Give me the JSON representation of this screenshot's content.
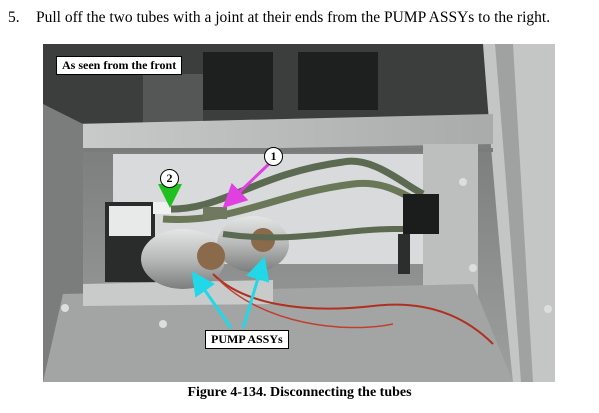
{
  "instruction": {
    "number": "5.",
    "text": "Pull off the two tubes with a joint at their ends from the PUMP ASSYs to the right."
  },
  "figure": {
    "view_label": "As seen from the front",
    "callout_1": "1",
    "callout_2": "2",
    "pump_label": "PUMP ASSYs",
    "caption": "Figure 4-134.  Disconnecting the tubes"
  },
  "colors": {
    "arrow_magenta": "#e040e0",
    "arrow_green": "#20c020",
    "arrow_cyan": "#20d8e8"
  }
}
